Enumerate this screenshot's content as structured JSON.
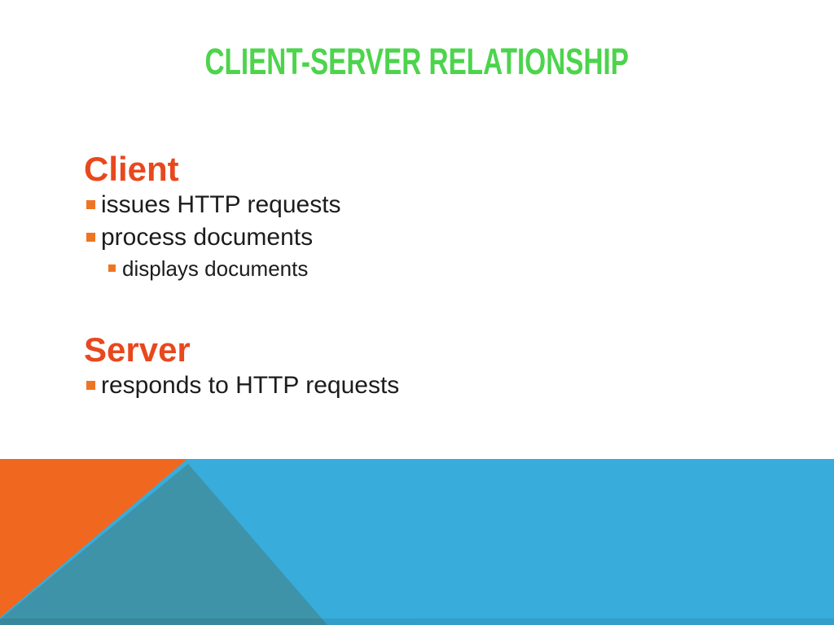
{
  "colors": {
    "background": "#ffffff",
    "title_green": "#4cd44c",
    "heading_orange": "#e8481d",
    "bullet_orange": "#ee7623",
    "body_text": "#1c1c1c",
    "band_light_blue": "#38acdb",
    "band_teal": "#3e93a9",
    "band_orange": "#f0681f",
    "band_bottom_shade": "rgba(0,0,0,0.08)"
  },
  "slide": {
    "title": "CLIENT-SERVER RELATIONSHIP",
    "sections": [
      {
        "heading": "Client",
        "bullets": [
          {
            "level": 1,
            "text": "issues HTTP requests"
          },
          {
            "level": 1,
            "text": "process documents"
          },
          {
            "level": 2,
            "text": "displays documents"
          }
        ]
      },
      {
        "heading": "Server",
        "bullets": [
          {
            "level": 1,
            "text": "responds to HTTP requests"
          }
        ]
      }
    ]
  }
}
